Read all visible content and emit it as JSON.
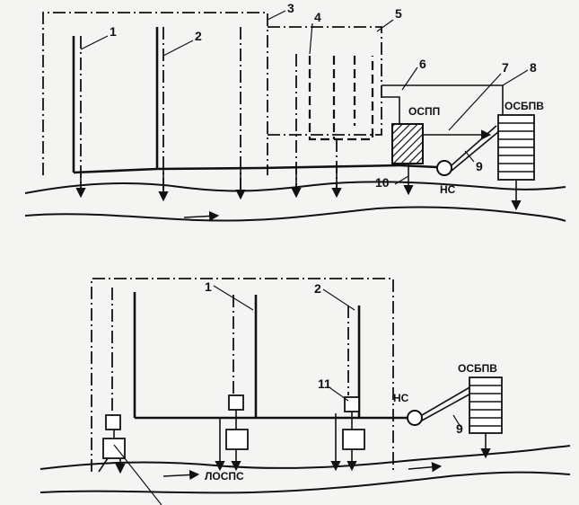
{
  "labels": {
    "n1": "1",
    "n2": "2",
    "n3": "3",
    "n4": "4",
    "n5": "5",
    "n6": "6",
    "n7": "7",
    "n8": "8",
    "n9": "9",
    "n10": "10",
    "n11": "11",
    "n1b": "1",
    "n2b": "2",
    "n9b": "9"
  },
  "abbreviations": {
    "ospp": "ОСПП",
    "osbpv_top": "ОСБПВ",
    "ns_top": "НС",
    "osbpv_bottom": "ОСБПВ",
    "ns_bottom": "НС",
    "lospc": "ЛОСПС"
  }
}
